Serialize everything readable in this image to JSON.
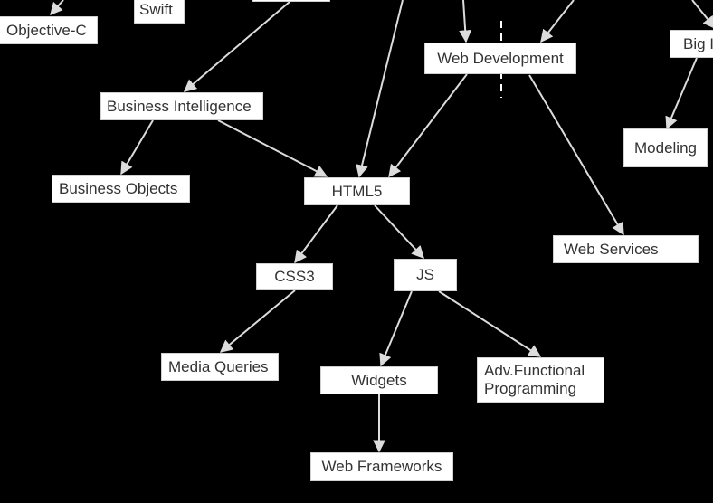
{
  "colors": {
    "background": "#000000",
    "edge": "#dcdcdc",
    "node_fill": "#ffffff",
    "node_text": "#333333"
  },
  "nodes": {
    "objective_c": "Objective-C",
    "swift": "Swift",
    "big": "Big I",
    "web_development": "Web Development",
    "business_intelligence": "Business Intelligence",
    "modeling": "Modeling",
    "business_objects": "Business Objects",
    "html5": "HTML5",
    "web_services": "Web Services",
    "css3": "CSS3",
    "js": "JS",
    "media_queries": "Media Queries",
    "widgets": "Widgets",
    "adv_functional": "Adv.Functional\nProgramming",
    "web_frameworks": "Web Frameworks"
  }
}
